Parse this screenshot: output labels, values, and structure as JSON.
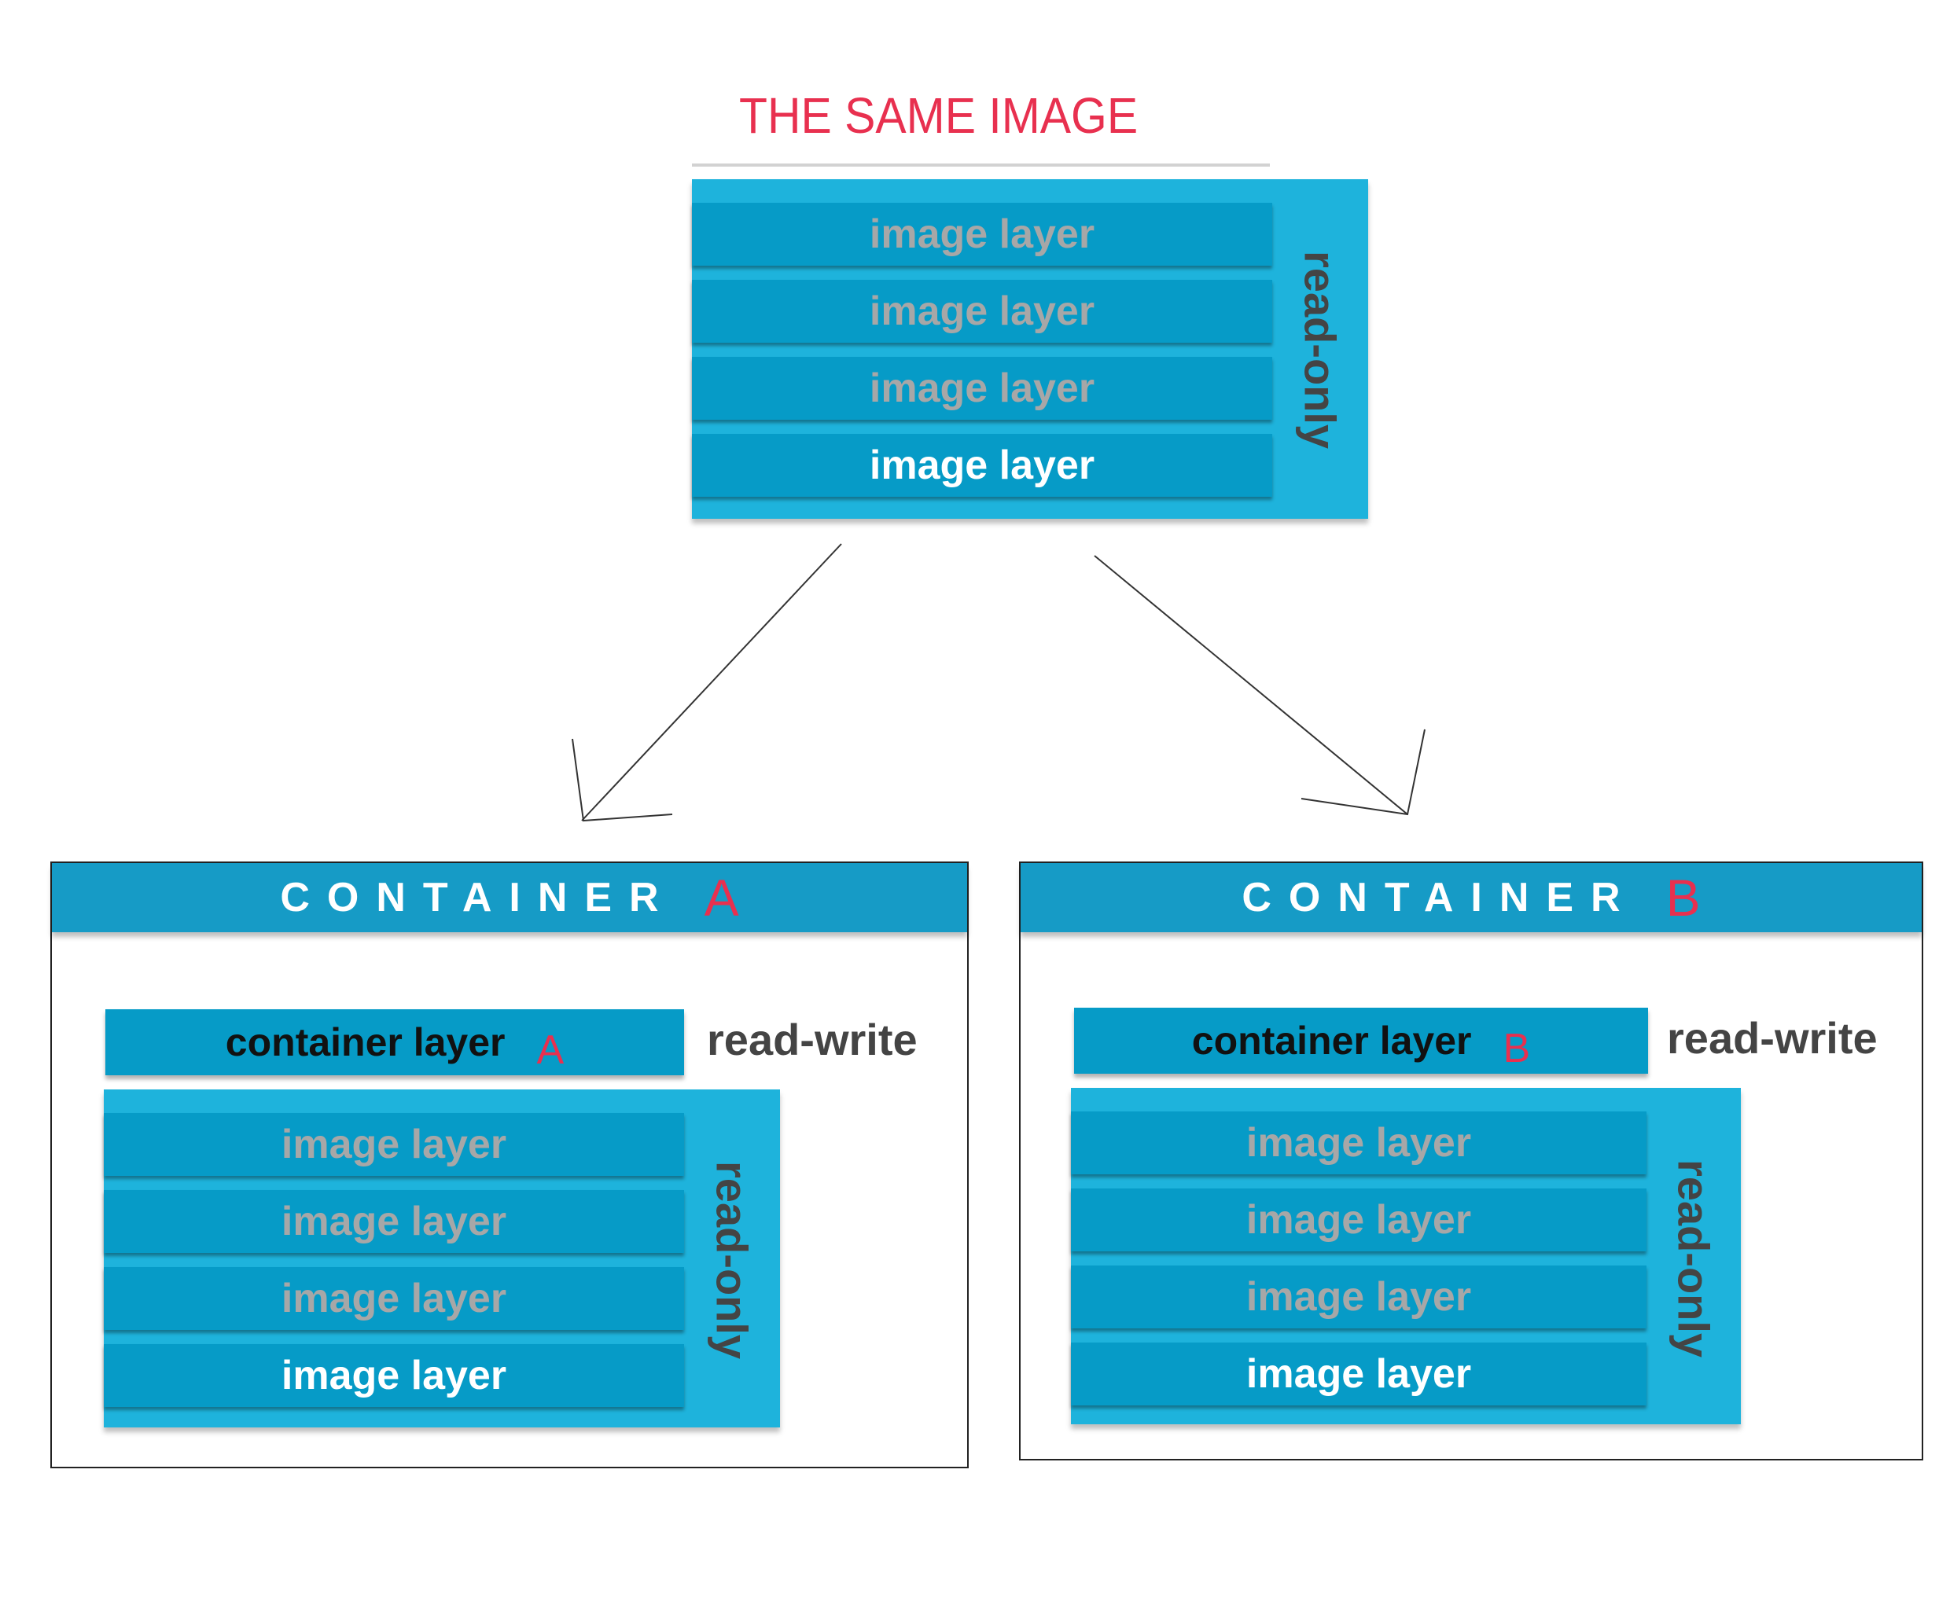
{
  "title": "THE SAME IMAGE",
  "image_stack": {
    "layers": [
      "image layer",
      "image layer",
      "image layer",
      "image layer"
    ],
    "side_label": "read-only"
  },
  "containers": [
    {
      "header": "CONTAINER",
      "id_letter": "A",
      "container_layer": "container layer",
      "container_layer_letter": "A",
      "rw_label": "read-write",
      "layers": [
        "image layer",
        "image layer",
        "image layer",
        "image layer"
      ],
      "side_label": "read-only"
    },
    {
      "header": "CONTAINER",
      "id_letter": "B",
      "container_layer": "container layer",
      "container_layer_letter": "B",
      "rw_label": "read-write",
      "layers": [
        "image layer",
        "image layer",
        "image layer",
        "image layer"
      ],
      "side_label": "read-only"
    }
  ],
  "colors": {
    "accent_red": "#e8304f",
    "panel_blue": "#1eb3dc",
    "layer_blue": "#069bc7",
    "header_blue": "#169bc6"
  }
}
